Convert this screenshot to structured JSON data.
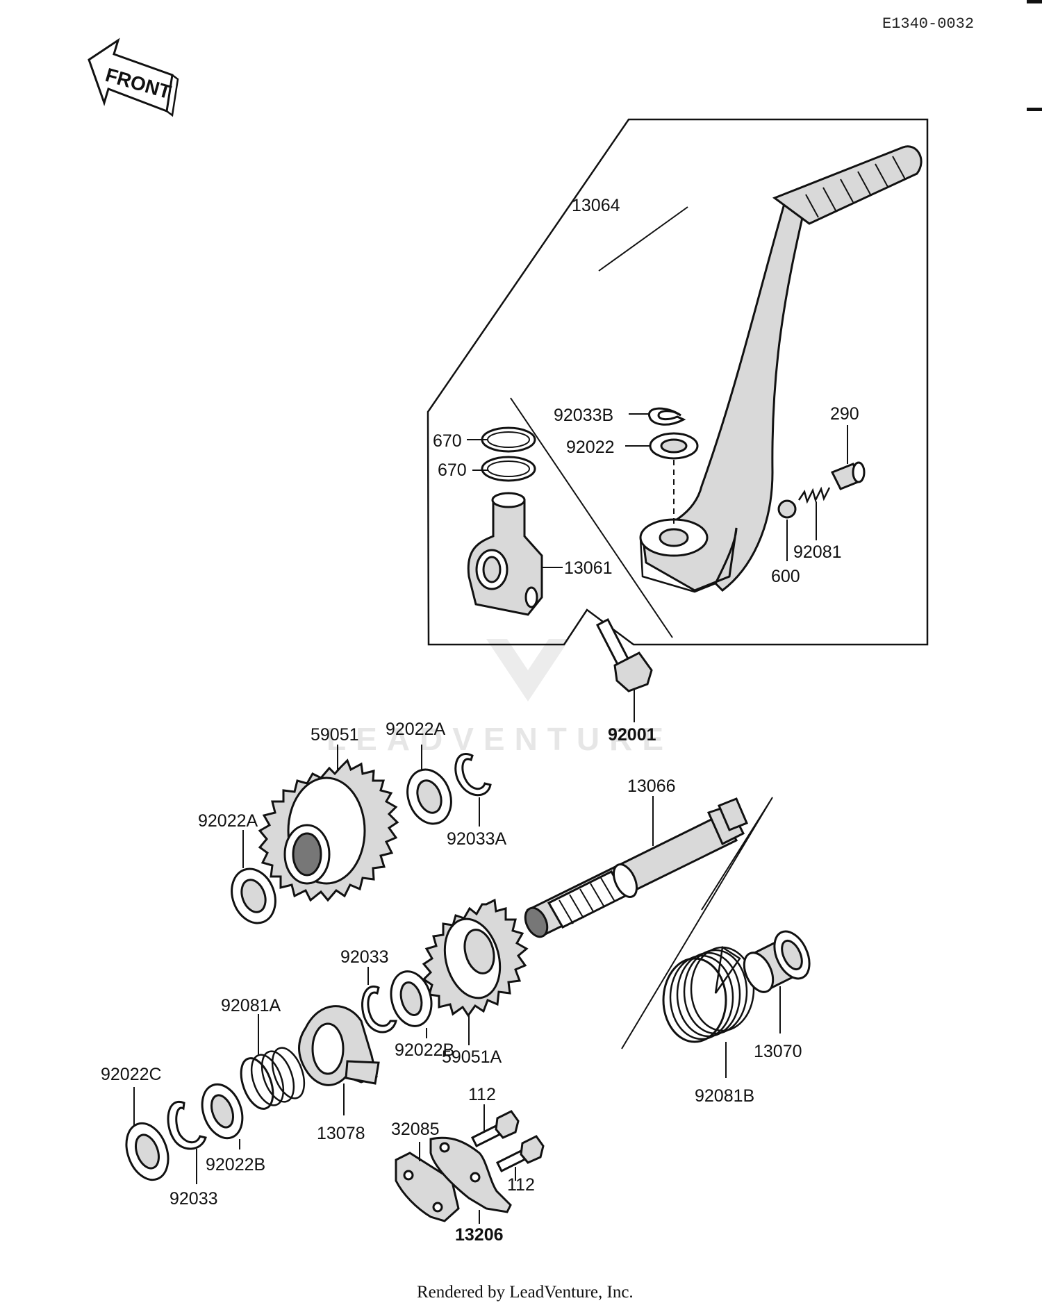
{
  "diagram_code": "E1340-0032",
  "front_label": "FRONT",
  "watermark": "LEADVENTURE",
  "footer": "Rendered by LeadVenture, Inc.",
  "labels": {
    "p13064": "13064",
    "p92033B": "92033B",
    "p92022": "92022",
    "p290": "290",
    "p670a": "670",
    "p670b": "670",
    "p13061": "13061",
    "p92081": "92081",
    "p600": "600",
    "p92001": "92001",
    "p59051": "59051",
    "p92022A_top": "92022A",
    "p92033A": "92033A",
    "p92022A_left": "92022A",
    "p13066": "13066",
    "p92033_mid": "92033",
    "p92081A": "92081A",
    "p92022B_mid": "92022B",
    "p59051A": "59051A",
    "p13070": "13070",
    "p92081B": "92081B",
    "p92022C": "92022C",
    "p13078": "13078",
    "p112_top": "112",
    "p32085": "32085",
    "p112_bottom": "112",
    "p92022B_low": "92022B",
    "p92033_low": "92033",
    "p13206": "13206"
  }
}
